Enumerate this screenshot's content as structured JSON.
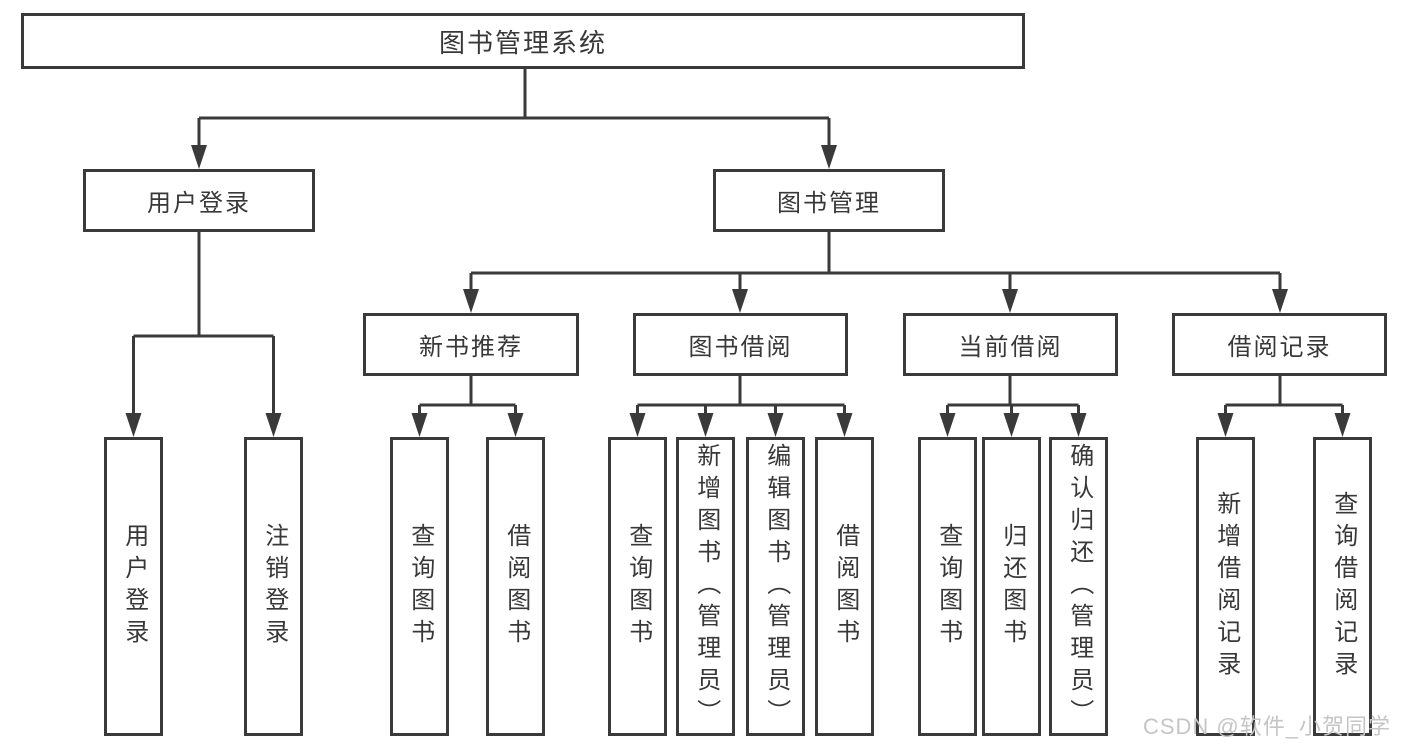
{
  "diagram": {
    "title": "图书管理系统",
    "colors": {
      "line": "#3a3a3a",
      "text": "#383838",
      "watermark_text": "#c5c5c5"
    },
    "root": {
      "label": "图书管理系统"
    },
    "branches": [
      {
        "label": "用户登录",
        "children": [
          {
            "label": "用户登录"
          },
          {
            "label": "注销登录"
          }
        ]
      },
      {
        "label": "图书管理",
        "children": [
          {
            "label": "新书推荐",
            "children": [
              {
                "label": "查询图书"
              },
              {
                "label": "借阅图书"
              }
            ]
          },
          {
            "label": "图书借阅",
            "children": [
              {
                "label": "查询图书"
              },
              {
                "label": "新增图书（管理员）"
              },
              {
                "label": "编辑图书（管理员）"
              },
              {
                "label": "借阅图书"
              }
            ]
          },
          {
            "label": "当前借阅",
            "children": [
              {
                "label": "查询图书"
              },
              {
                "label": "归还图书"
              },
              {
                "label": "确认归还（管理员）"
              }
            ]
          },
          {
            "label": "借阅记录",
            "children": [
              {
                "label": "新增借阅记录"
              },
              {
                "label": "查询借阅记录"
              }
            ]
          }
        ]
      }
    ]
  },
  "watermark": {
    "text": "CSDN @软件_小贺同学"
  }
}
